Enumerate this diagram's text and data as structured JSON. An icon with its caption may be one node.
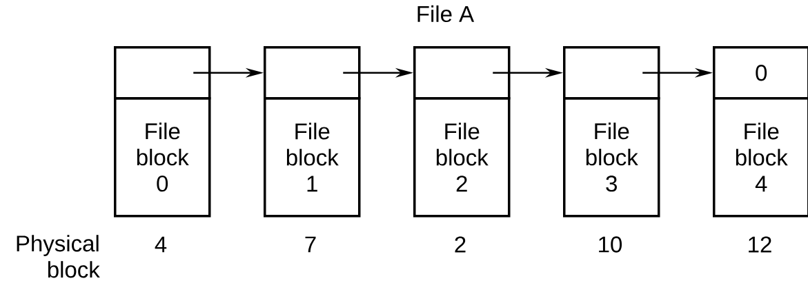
{
  "diagram": {
    "title": "File A",
    "nodes": [
      {
        "text": [],
        "shape": "box"
      },
      {
        "text": [
          "File block 0"
        ],
        "beside": [
          "4"
        ]
      },
      {
        "text": [],
        "shape": "box"
      },
      {
        "text": [
          "File block 1"
        ],
        "beside": [
          "7"
        ]
      },
      {
        "text": [],
        "shape": "box"
      },
      {
        "text": [
          "File block 2"
        ],
        "beside": [
          "2"
        ]
      },
      {
        "text": [],
        "shape": "box"
      },
      {
        "text": [
          "File block 3"
        ],
        "beside": [
          "10"
        ]
      },
      {
        "text": [
          "0"
        ]
      },
      {
        "text": [
          "File block 4"
        ],
        "beside": [
          "12"
        ]
      }
    ],
    "edges": [
      {
        "from": 0,
        "to": 2,
        "arrow": "to"
      },
      {
        "from": 2,
        "to": 4,
        "arrow": "to"
      },
      {
        "from": 4,
        "to": 6,
        "arrow": "to"
      },
      {
        "from": 6,
        "to": 8,
        "arrow": "to"
      }
    ],
    "labels": [
      "Physical block"
    ]
  }
}
